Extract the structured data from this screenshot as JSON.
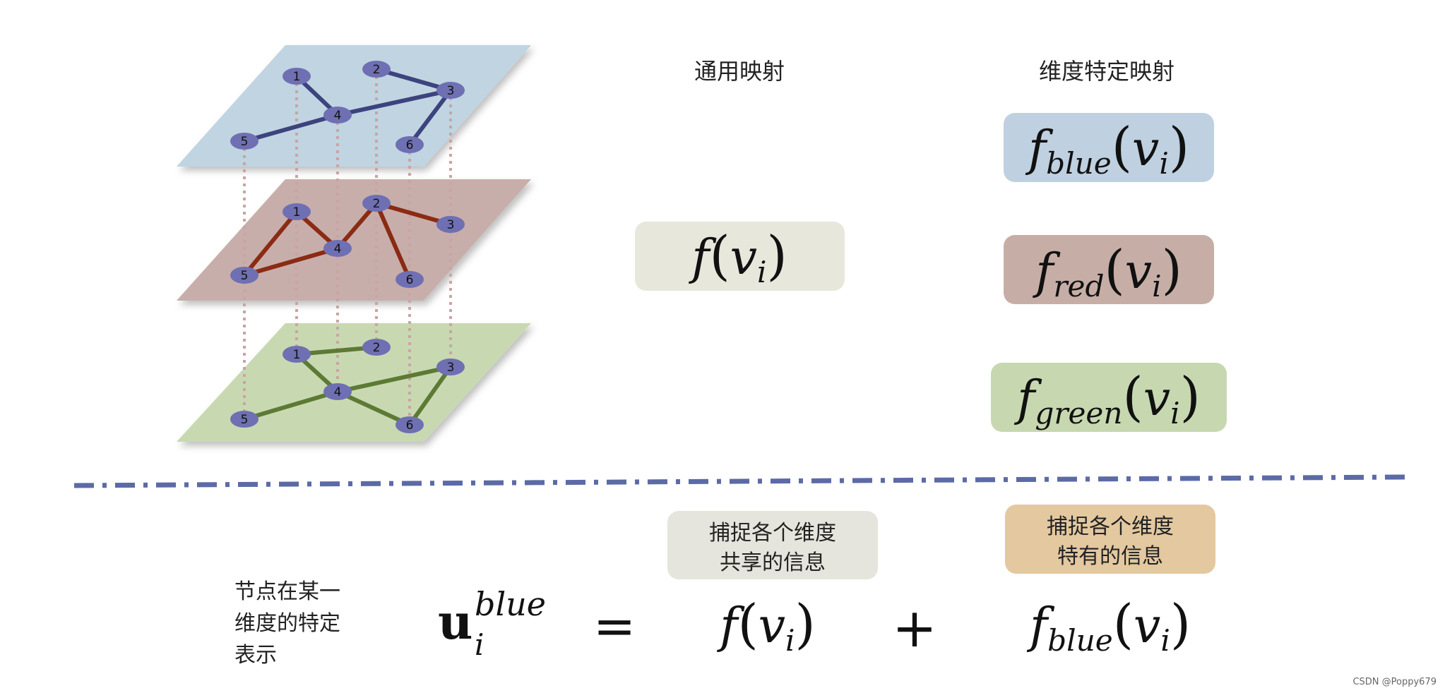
{
  "colors": {
    "plane_blue": "#c0d4e2",
    "plane_red": "#c8aeaa",
    "plane_green": "#c8d9b2",
    "edge_blue": "#3d437d",
    "edge_red": "#8b2b13",
    "edge_green": "#5d7a35",
    "node_fill": "#6f6fb3",
    "connector": "#c9a4a4",
    "divider": "#5c6aa6",
    "box_general": "#e7e7dc",
    "box_blue": "#bfd0e0",
    "box_red": "#c6aea7",
    "box_green": "#c7d8b0",
    "box_shared": "#e5e5dd",
    "box_specific": "#e3c8a0"
  },
  "layers": [
    {
      "name": "blue",
      "nodes": [
        {
          "id": "1",
          "label": "1"
        },
        {
          "id": "2",
          "label": "2"
        },
        {
          "id": "3",
          "label": "3"
        },
        {
          "id": "4",
          "label": "4"
        },
        {
          "id": "5",
          "label": "5"
        },
        {
          "id": "6",
          "label": "6"
        }
      ],
      "edges": [
        [
          "1",
          "4"
        ],
        [
          "2",
          "3"
        ],
        [
          "3",
          "4"
        ],
        [
          "3",
          "6"
        ],
        [
          "4",
          "5"
        ]
      ]
    },
    {
      "name": "red",
      "nodes": [
        {
          "id": "1",
          "label": "1"
        },
        {
          "id": "2",
          "label": "2"
        },
        {
          "id": "3",
          "label": "3"
        },
        {
          "id": "4",
          "label": "4"
        },
        {
          "id": "5",
          "label": "5"
        },
        {
          "id": "6",
          "label": "6"
        }
      ],
      "edges": [
        [
          "1",
          "5"
        ],
        [
          "1",
          "4"
        ],
        [
          "4",
          "5"
        ],
        [
          "2",
          "4"
        ],
        [
          "2",
          "3"
        ],
        [
          "2",
          "6"
        ]
      ]
    },
    {
      "name": "green",
      "nodes": [
        {
          "id": "1",
          "label": "1"
        },
        {
          "id": "2",
          "label": "2"
        },
        {
          "id": "3",
          "label": "3"
        },
        {
          "id": "4",
          "label": "4"
        },
        {
          "id": "5",
          "label": "5"
        },
        {
          "id": "6",
          "label": "6"
        }
      ],
      "edges": [
        [
          "1",
          "2"
        ],
        [
          "1",
          "4"
        ],
        [
          "4",
          "3"
        ],
        [
          "4",
          "5"
        ],
        [
          "4",
          "6"
        ],
        [
          "3",
          "6"
        ]
      ]
    }
  ],
  "headers": {
    "general": "通用映射",
    "specific": "维度特定映射"
  },
  "mappings": {
    "general": {
      "f": "f",
      "sub": "",
      "arg": "v",
      "argsub": "i"
    },
    "blue": {
      "f": "f",
      "sub": "blue",
      "arg": "v",
      "argsub": "i"
    },
    "red": {
      "f": "f",
      "sub": "red",
      "arg": "v",
      "argsub": "i"
    },
    "green": {
      "f": "f",
      "sub": "green",
      "arg": "v",
      "argsub": "i"
    }
  },
  "bottom": {
    "description": [
      "节点在某一",
      "维度的特定",
      "表示"
    ],
    "lhs": {
      "symbol": "u",
      "sub": "i",
      "sup": "blue"
    },
    "equals": "=",
    "plus": "+",
    "shared_box": [
      "捕捉各个维度",
      "共享的信息"
    ],
    "specific_box": [
      "捕捉各个维度",
      "特有的信息"
    ],
    "term1": {
      "f": "f",
      "sub": "",
      "arg": "v",
      "argsub": "i"
    },
    "term2": {
      "f": "f",
      "sub": "blue",
      "arg": "v",
      "argsub": "i"
    }
  },
  "watermark": "CSDN @Poppy679"
}
